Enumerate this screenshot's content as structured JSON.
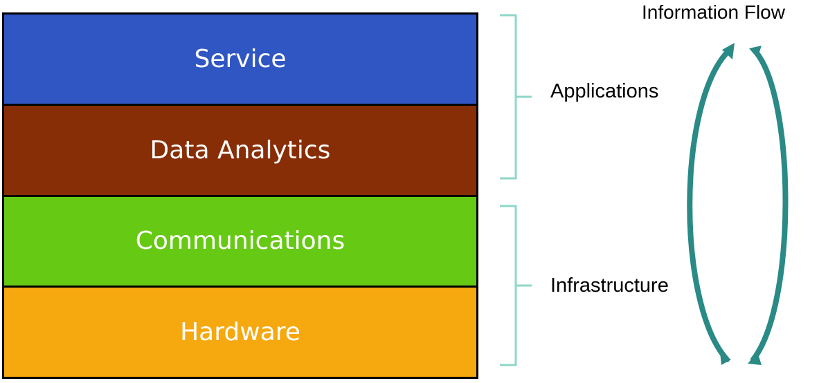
{
  "layers": [
    {
      "label": "Service",
      "color": "#2f56c2"
    },
    {
      "label": "Data Analytics",
      "color": "#882e06"
    },
    {
      "label": "Communications",
      "color": "#66c913"
    },
    {
      "label": "Hardware",
      "color": "#f6a80f"
    }
  ],
  "groups": {
    "applications": "Applications",
    "infrastructure": "Infrastructure"
  },
  "flow": {
    "title": "Information Flow",
    "color": "#2a8a86"
  },
  "bracket_color": "#8fd6c8"
}
